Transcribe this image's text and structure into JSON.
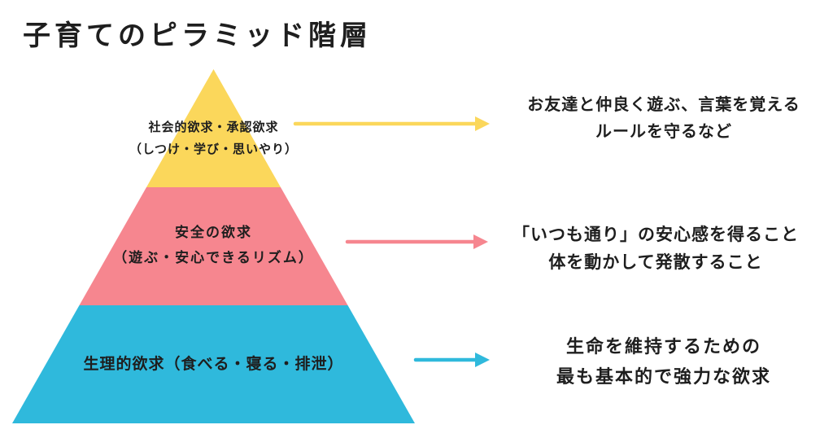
{
  "title": "子育てのピラミッド階層",
  "colors": {
    "yellow": "#FBD75B",
    "pink": "#F6868F",
    "cyan": "#2FB9DC",
    "text": "#1E1E1E",
    "background": "#FFFFFF"
  },
  "levels": [
    {
      "name": "社会的欲求・承認欲求",
      "sub": "（しつけ・学び・思いやり）",
      "color": "#FBD75B",
      "annotation": [
        "お友達と仲良く遊ぶ、言葉を覚える",
        "ルールを守るなど"
      ]
    },
    {
      "name": "安全の欲求",
      "sub": "（遊ぶ・安心できるリズム）",
      "color": "#F6868F",
      "annotation": [
        "「いつも通り」の安心感を得ること",
        "体を動かして発散すること"
      ]
    },
    {
      "name": "生理的欲求（食べる・寝る・排泄）",
      "sub": "",
      "color": "#2FB9DC",
      "annotation": [
        "生命を維持するための",
        "最も基本的で強力な欲求"
      ]
    }
  ]
}
